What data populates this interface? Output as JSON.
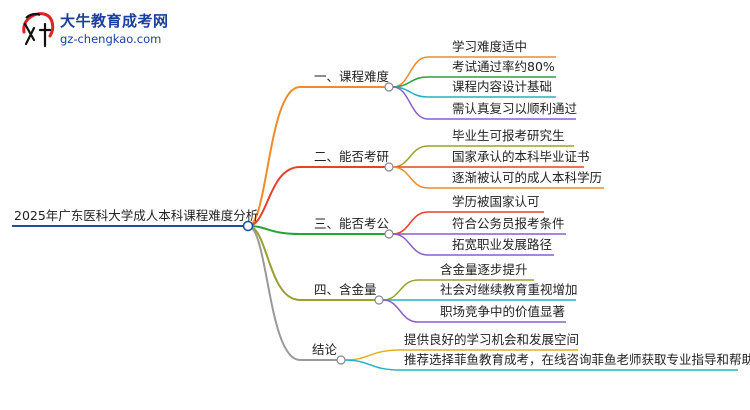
{
  "logo": {
    "mark_text": "大牛",
    "title": "大牛教育成考网",
    "url": "gz-chengkao.com"
  },
  "root": {
    "label": "2025年广东医科大学成人本科课程难度分析"
  },
  "branches": [
    {
      "label": "一、课程难度",
      "color": "#f08a2a",
      "children": [
        "学习难度适中",
        "考试通过率约80%",
        "课程内容设计基础",
        "需认真复习以顺利通过"
      ]
    },
    {
      "label": "二、能否考研",
      "color": "#e8412b",
      "children": [
        "毕业生可报考研究生",
        "国家承认的本科毕业证书",
        "逐渐被认可的成人本科学历"
      ]
    },
    {
      "label": "三、能否考公",
      "color": "#2aa03a",
      "children": [
        "学历被国家认可",
        "符合公务员报考条件",
        "拓宽职业发展路径"
      ]
    },
    {
      "label": "四、含金量",
      "color": "#8a5fc8",
      "children": [
        "含金量逐步提升",
        "社会对继续教育重视增加",
        "职场竞争中的价值显著"
      ]
    },
    {
      "label": "结论",
      "color": "#9aa030",
      "children": [
        "提供良好的学习机会和发展空间",
        "推荐选择菲鱼教育成考，在线咨询菲鱼老师获取专业指导和帮助"
      ]
    }
  ],
  "colors": {
    "root_line": "#1f4e9c",
    "leaf_lines": [
      "#f08a2a",
      "#e8412b",
      "#2aa03a",
      "#8a5fc8",
      "#9aa030",
      "#20b0c8"
    ]
  }
}
